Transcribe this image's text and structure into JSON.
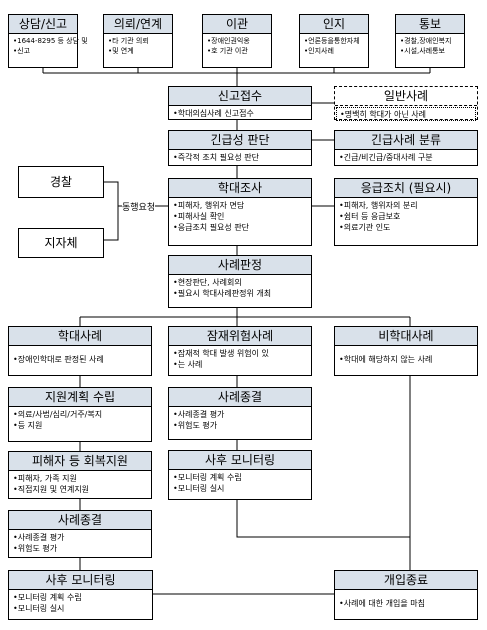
{
  "sources": [
    {
      "title": "상담/신고",
      "lines": [
        "1644-8295 등 상담 및",
        "신고"
      ]
    },
    {
      "title": "의뢰/연계",
      "lines": [
        "타 기관 의뢰",
        "및 연계"
      ]
    },
    {
      "title": "이관",
      "lines": [
        "장애인권익옹",
        "호 기관 이관"
      ]
    },
    {
      "title": "인지",
      "lines": [
        "언론등을통한자체",
        "인지사례"
      ]
    },
    {
      "title": "통보",
      "lines": [
        "경찰,장애인복지",
        "시설,사례통보"
      ]
    }
  ],
  "intake": {
    "title": "신고접수",
    "lines": [
      "학대의심사례 신고접수"
    ]
  },
  "general_case": {
    "title": "일반사례",
    "lines": [
      "명백히 학대가 아닌 사례"
    ]
  },
  "urgency": {
    "title": "긴급성 판단",
    "lines": [
      "즉각적 조치 필요성 판단"
    ]
  },
  "urgency_class": {
    "title": "긴급사례 분류",
    "lines": [
      "긴급/비긴급/중대사례 구분"
    ]
  },
  "police": {
    "label": "경찰"
  },
  "local_gov": {
    "label": "지자체"
  },
  "joint_label": "동행요청",
  "investigation": {
    "title": "학대조사",
    "lines": [
      "피해자, 행위자 면담",
      "피해사실 확인",
      "응급조치 필요성 판단"
    ]
  },
  "emergency": {
    "title": "응급조치 (필요시)",
    "lines": [
      "피해자, 행위자의 분리",
      "쉼터 등 응급보호",
      "의료기관 인도"
    ]
  },
  "judgment": {
    "title": "사례판정",
    "lines": [
      "현장판단, 사례회의",
      "필요시 학대사례판정위 개최"
    ]
  },
  "abuse_case": {
    "title": "학대사례",
    "lines": [
      "장애인학대로 판정된 사례"
    ]
  },
  "potential_case": {
    "title": "잠재위험사례",
    "lines": [
      "잠재적 학대 발생 위험이 있",
      "는 사례"
    ]
  },
  "non_abuse": {
    "title": "비학대사례",
    "lines": [
      "학대에 해당하지 않는 사례"
    ]
  },
  "support_plan": {
    "title": "지원계획 수립",
    "lines": [
      "의료/사법/심리/거주/복지",
      "등 지원"
    ]
  },
  "case_close_mid": {
    "title": "사례종결",
    "lines": [
      "사례종결 평가",
      "위험도 평가"
    ]
  },
  "recovery": {
    "title": "피해자 등 회복지원",
    "lines": [
      "피해자, 가족 지원",
      "직접지원 및 연계지원"
    ]
  },
  "monitoring_mid": {
    "title": "사후 모니터링",
    "lines": [
      "모니터링 계획 수립",
      "모니터링 실시"
    ]
  },
  "case_close_left": {
    "title": "사례종결",
    "lines": [
      "사례종결 평가",
      "위험도 평가"
    ]
  },
  "monitoring_left": {
    "title": "사후 모니터링",
    "lines": [
      "모니터링 계획 수립",
      "모니터링 실시"
    ]
  },
  "end": {
    "title": "개입종료",
    "lines": [
      "사례에 대한 개입을 마침"
    ]
  },
  "colors": {
    "header": "#d9e1ea",
    "line": "#000000"
  }
}
